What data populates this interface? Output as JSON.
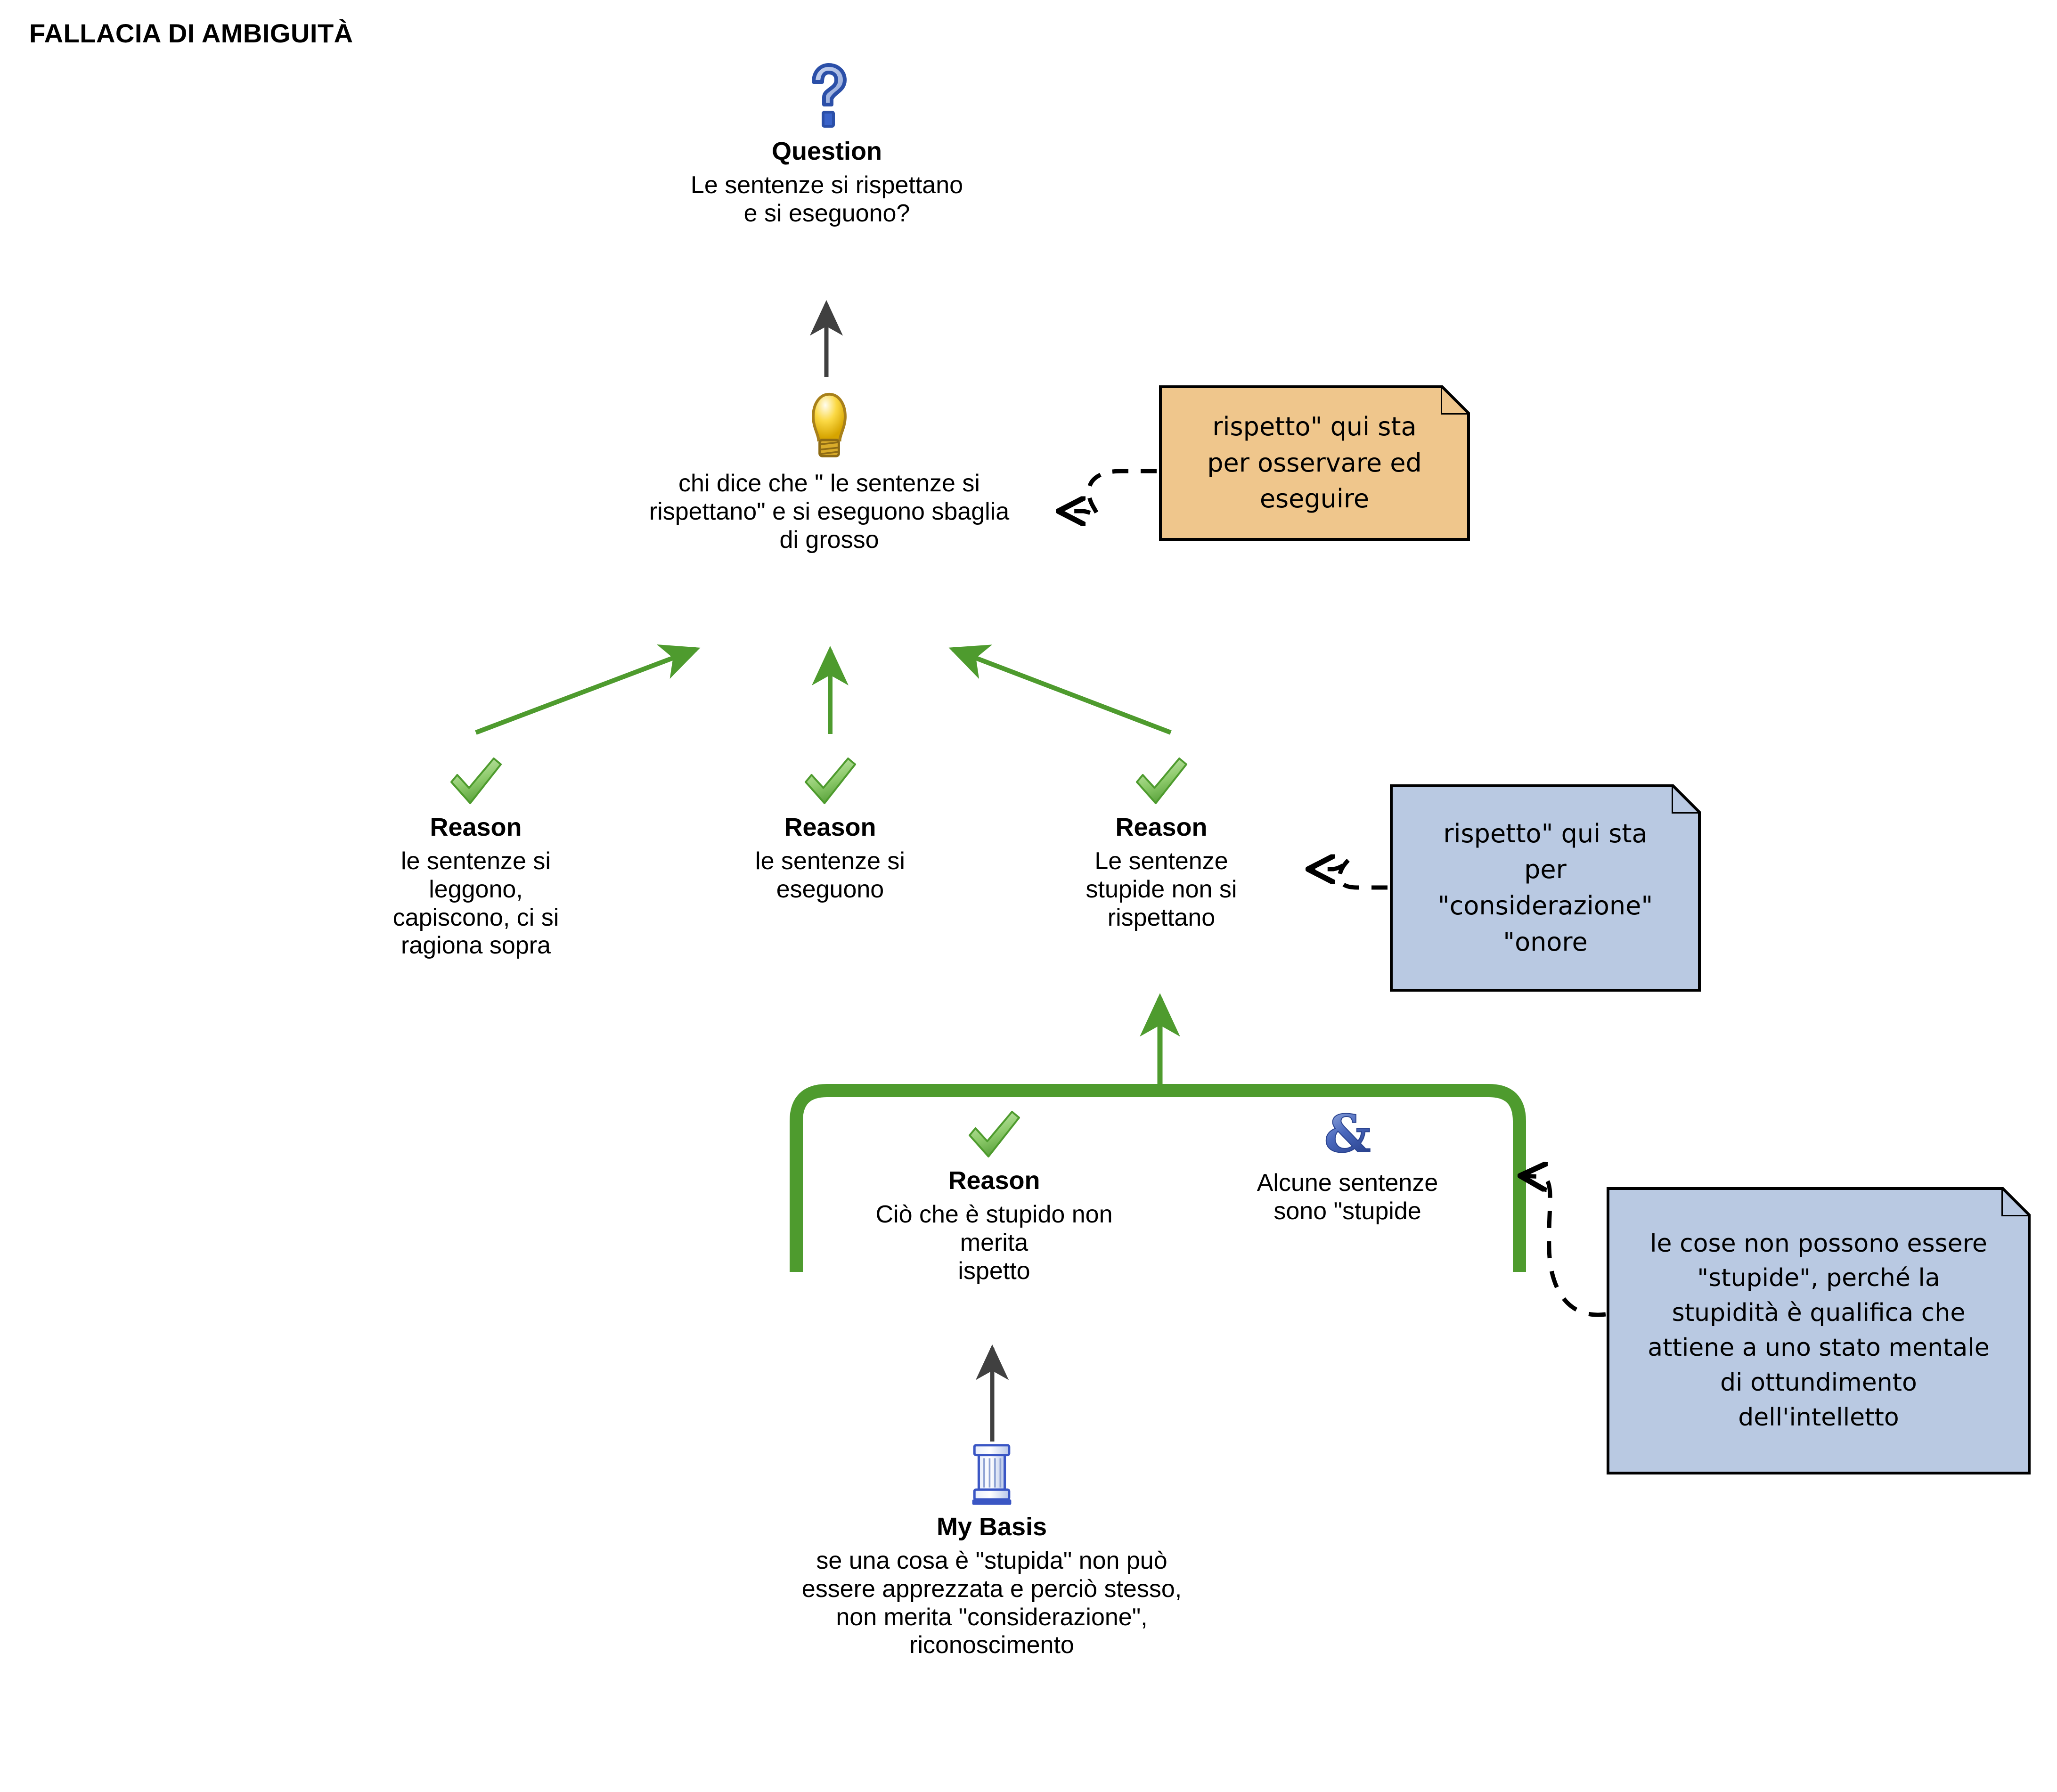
{
  "title": "FALLACIA DI AMBIGUITÀ",
  "colors": {
    "reason_green": "#4E9B2E",
    "grey_arrow": "#404040",
    "note_orange": "#EFC68C",
    "note_blue": "#B9C9E2",
    "text": "#000000",
    "question_icon_blue": "#2B4FA8",
    "bulb_yellow": "#E8B907",
    "basis_blue": "#3A56C4"
  },
  "nodes": {
    "question": {
      "icon": "question-mark-icon",
      "type_label": "Question",
      "text": "Le sentenze si rispettano\ne si eseguono?"
    },
    "main_claim": {
      "icon": "lightbulb-icon",
      "type_label": "",
      "text": "chi dice che \" le sentenze si\nrispettano\" e si eseguono sbaglia\ndi grosso"
    },
    "reason_1": {
      "icon": "green-check-icon",
      "type_label": "Reason",
      "text": "le sentenze si\nleggono,\ncapiscono, ci si\nragiona sopra"
    },
    "reason_2": {
      "icon": "green-check-icon",
      "type_label": "Reason",
      "text": "le sentenze si\neseguono"
    },
    "reason_3": {
      "icon": "green-check-icon",
      "type_label": "Reason",
      "text": "Le sentenze\nstupide non si\nrispettano"
    },
    "reason_4": {
      "icon": "green-check-icon",
      "type_label": "Reason",
      "text": "Ciò che è stupido non\nmerita\nispetto"
    },
    "co_premise": {
      "icon": "ampersand-icon",
      "type_label": "",
      "text": "Alcune sentenze\nsono \"stupide"
    },
    "my_basis": {
      "icon": "column-pillar-icon",
      "type_label": "My Basis",
      "text": "se una cosa è \"stupida\" non può\nessere apprezzata e perciò stesso,\nnon merita \"considerazione\",\nriconoscimento"
    }
  },
  "notes": {
    "note_orange_top": {
      "color": "#EFC68C",
      "text": "rispetto\" qui sta\nper osservare ed\neseguire"
    },
    "note_blue_middle": {
      "color": "#B9C9E2",
      "text": "rispetto\" qui sta\nper\n\"considerazione\"\n\"onore"
    },
    "note_blue_large": {
      "color": "#B9C9E2",
      "text": "le cose non possono essere\n\"stupide\", perché la\nstupidità è qualifica che\nattiene a uno stato mentale\ndi ottundimento\ndell'intelletto"
    }
  }
}
